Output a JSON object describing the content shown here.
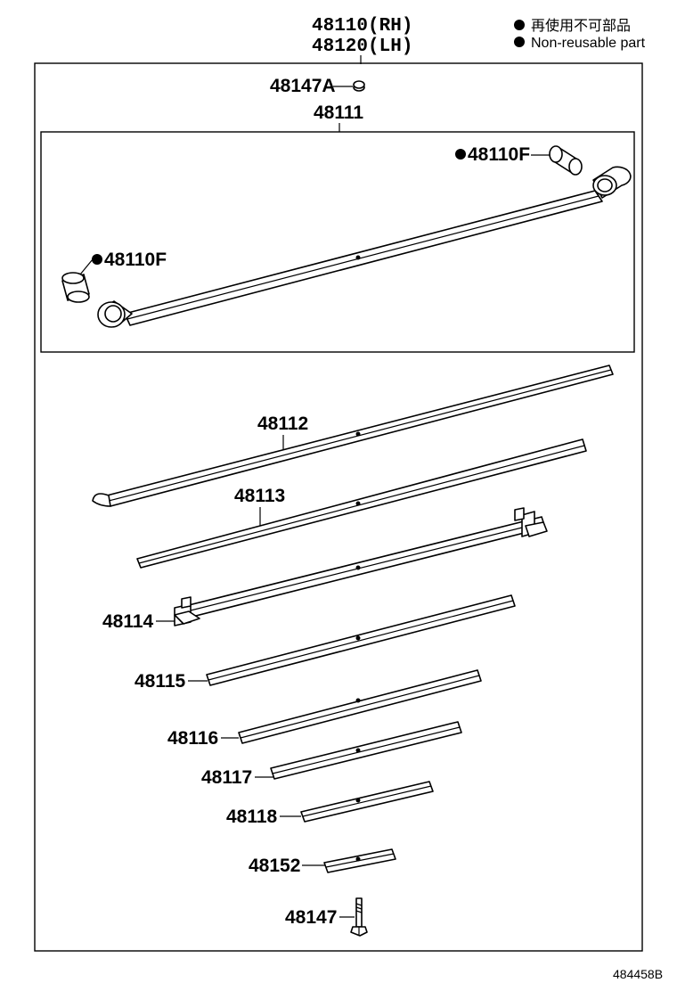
{
  "assembly": {
    "part_rh": "48110(RH)",
    "part_lh": "48120(LH)"
  },
  "legend": {
    "line_jp": "再使用不可部品",
    "line_en": "Non-reusable part"
  },
  "parts": {
    "p48147A": "48147A",
    "p48111": "48111",
    "p48110F_right": "48110F",
    "p48110F_left": "48110F",
    "p48112": "48112",
    "p48113": "48113",
    "p48114": "48114",
    "p48115": "48115",
    "p48116": "48116",
    "p48117": "48117",
    "p48118": "48118",
    "p48152": "48152",
    "p48147": "48147"
  },
  "drawing_code": "484458B"
}
